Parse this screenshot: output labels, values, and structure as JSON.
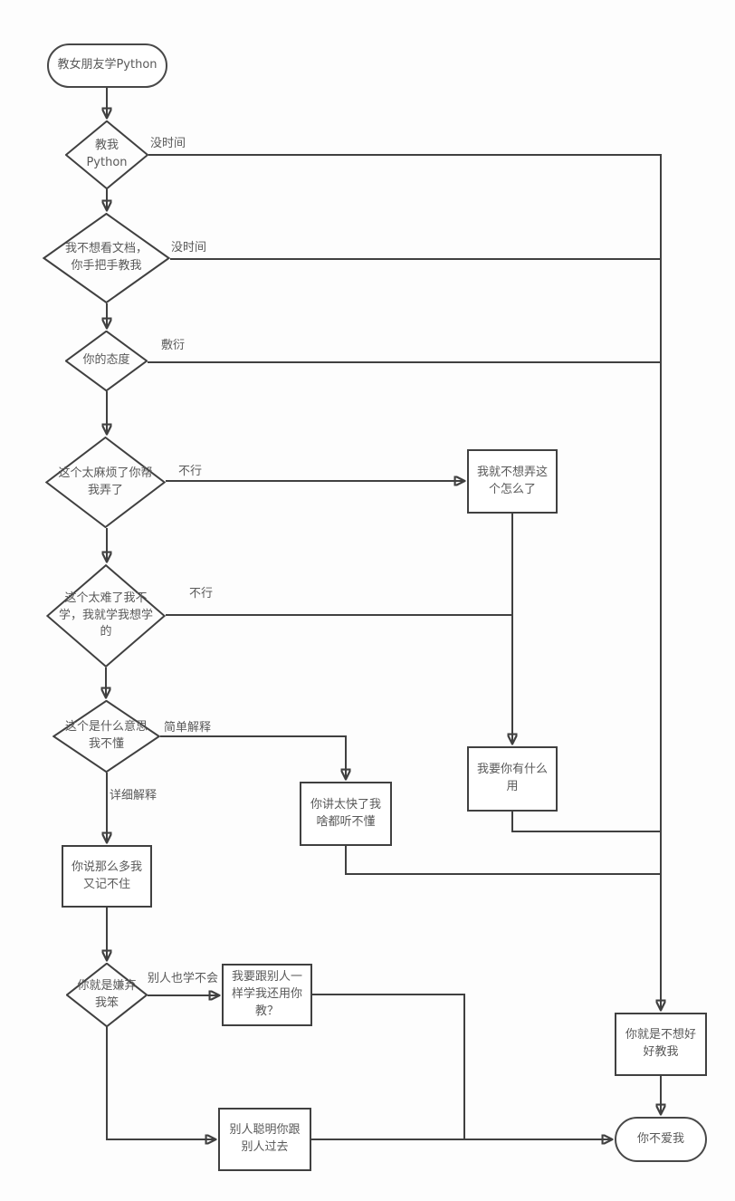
{
  "colors": {
    "line": "#404040",
    "text": "#595959",
    "node_fill": "#ffffff",
    "background": "#fdfdfd"
  },
  "nodes": {
    "start": "教女朋友学Python",
    "teach_me": "教我\nPython",
    "no_docs": "我不想看文档，\n你手把手教我",
    "attitude": "你的态度",
    "too_troublesome": "这个太麻烦了你帮\n我弄了",
    "too_hard": "这个太难了我不\n学，我就学我想学\n的",
    "dont_understand": "这个是什么意思\n我不懂",
    "dont_want_to_do": "我就不想弄这\n个怎么了",
    "whats_your_use": "我要你有什么\n用",
    "too_fast": "你讲太快了我\n啥都听不懂",
    "cant_remember": "你说那么多我\n又记不住",
    "think_im_stupid": "你就是嫌弃\n我笨",
    "why_need_you": "我要跟别人一\n样学我还用你\n教？",
    "go_with_others": "别人聪明你跟\n别人过去",
    "wont_teach_well": "你就是不想好\n好教我",
    "dont_love_me": "你不爱我"
  },
  "edge_labels": {
    "no_time_1": "没时间",
    "no_time_2": "没时间",
    "perfunctory": "敷衍",
    "no_way_1": "不行",
    "no_way_2": "不行",
    "simple_explain": "简单解释",
    "detailed_explain": "详细解释",
    "others_cant_learn": "别人也学不会"
  }
}
